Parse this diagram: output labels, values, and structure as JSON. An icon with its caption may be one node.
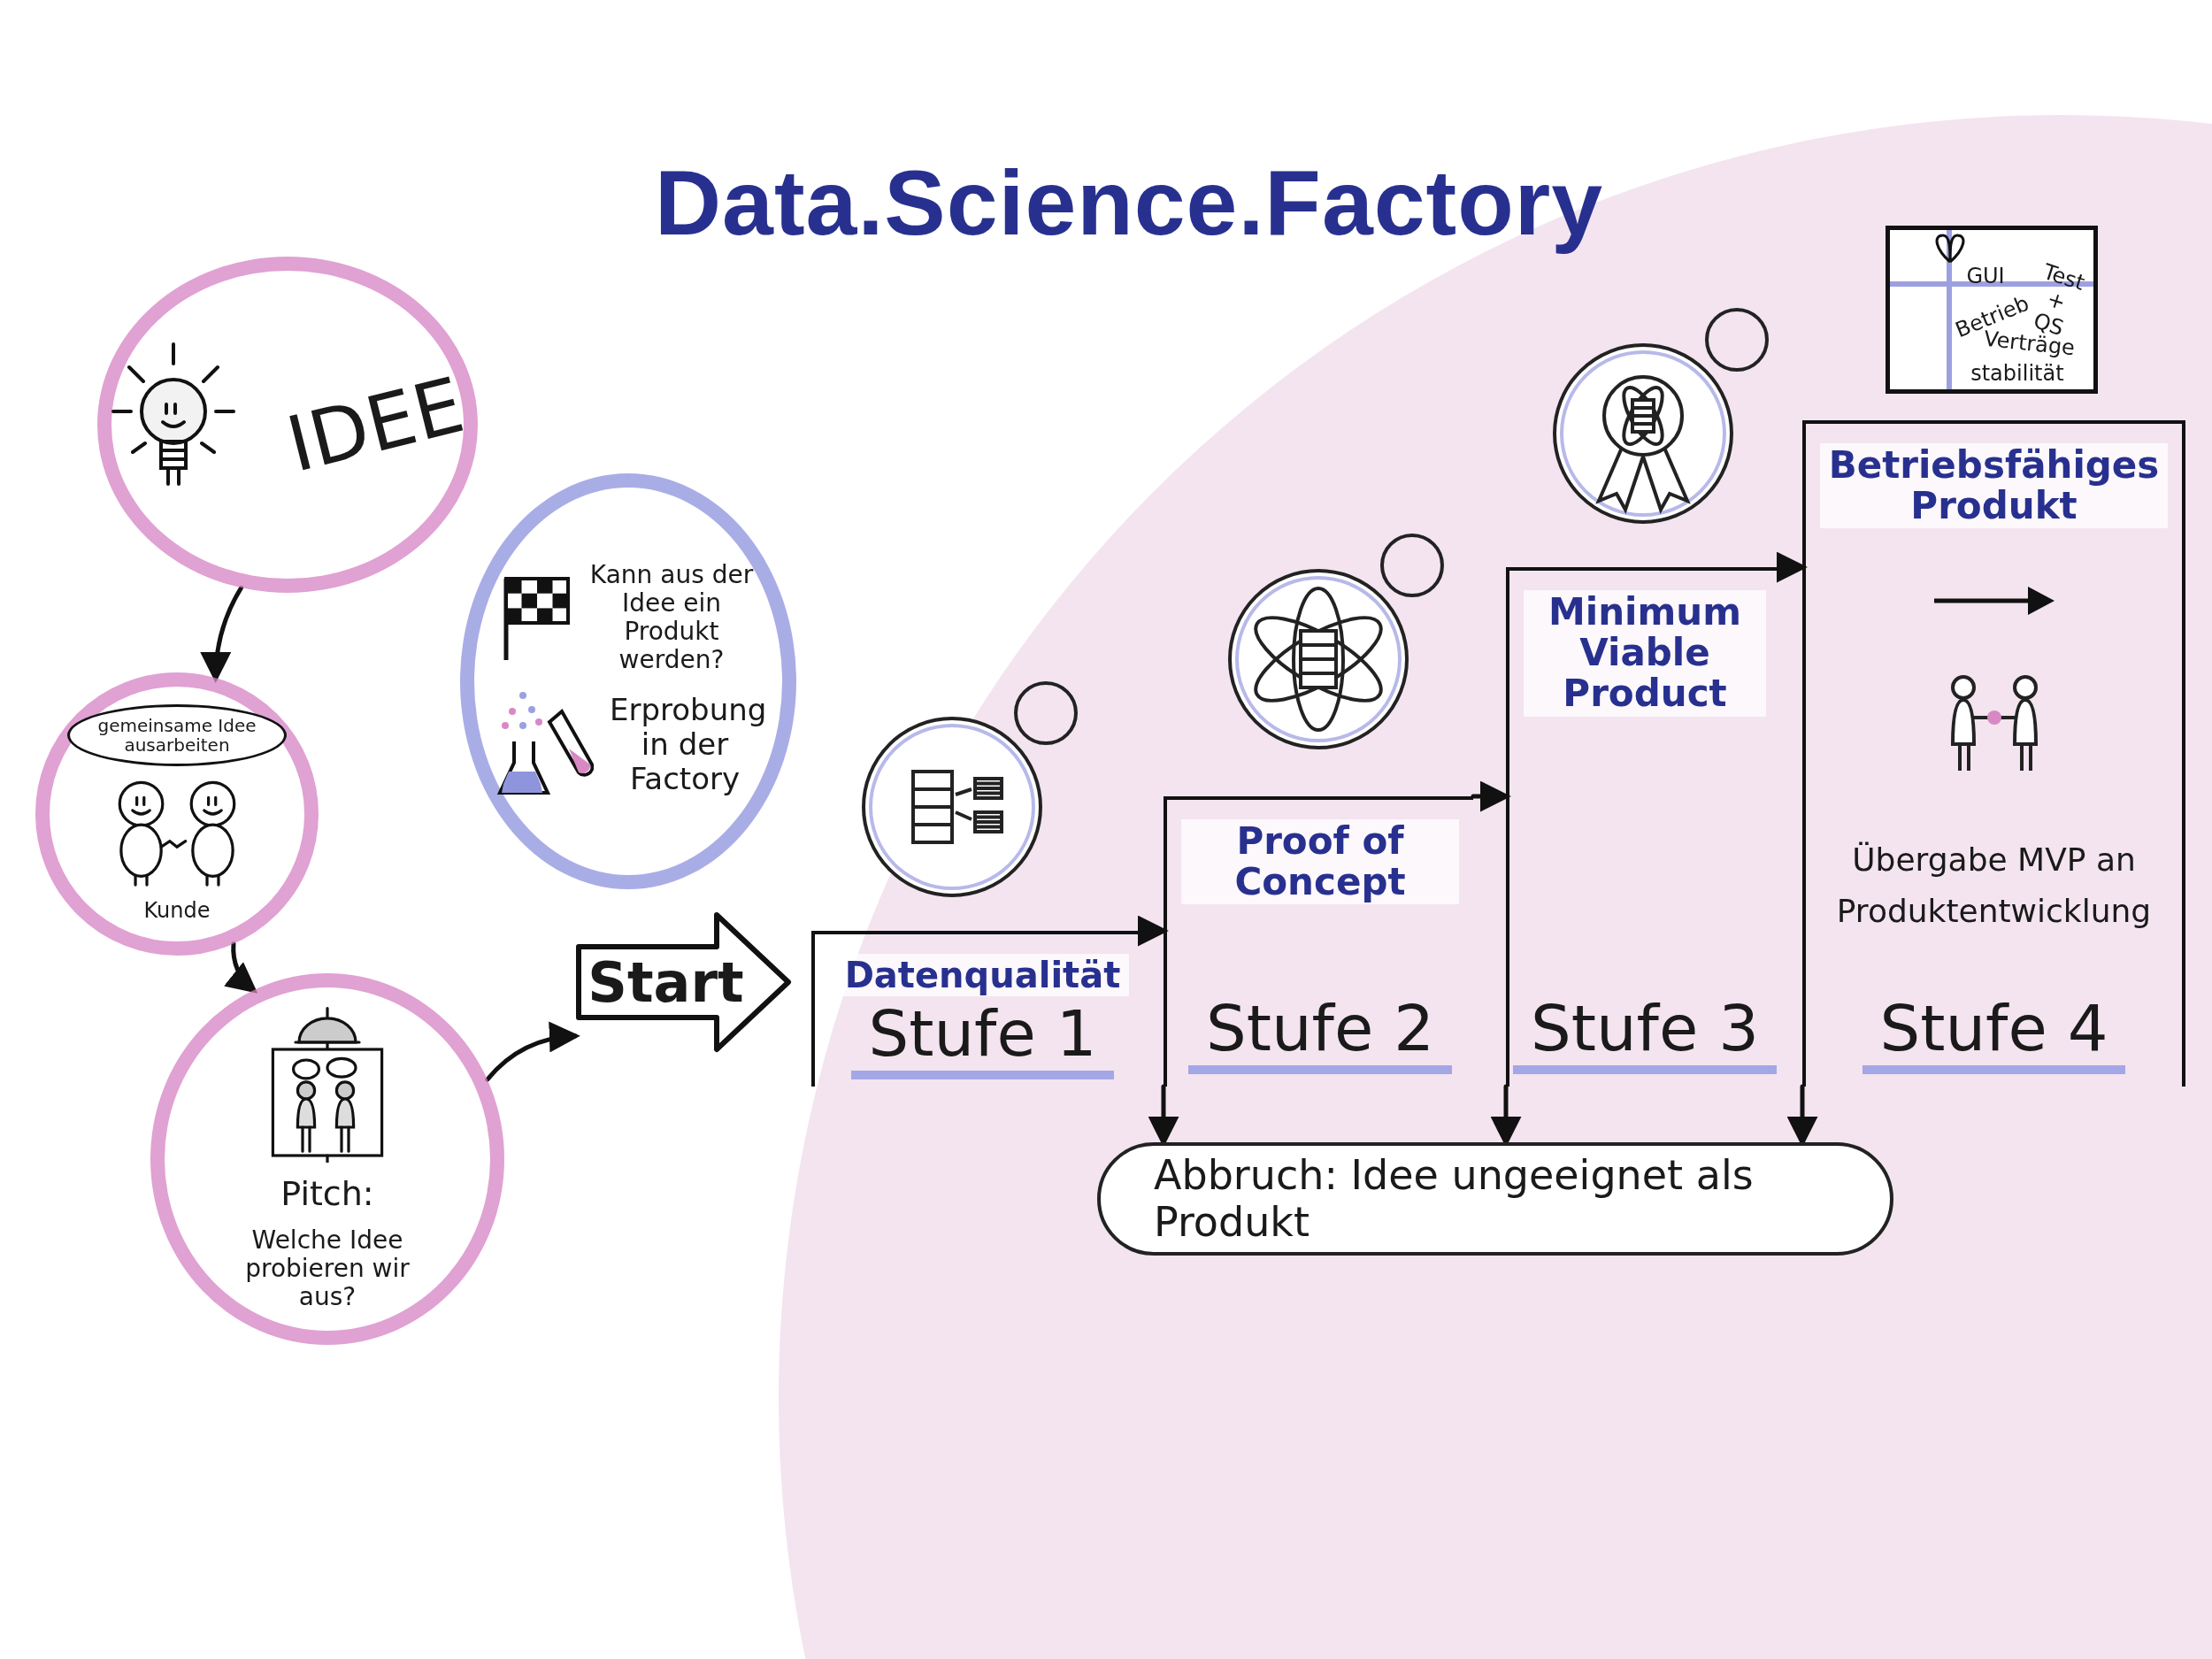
{
  "diagram": {
    "title": "Data.Science.Factory",
    "nodes": [
      {
        "text": [
          "IDEE"
        ]
      },
      {
        "text": [
          "gemeinsame Idee ausarbeiten",
          "Kunde"
        ]
      },
      {
        "text": [
          "Pitch:",
          "Welche Idee probieren wir aus?"
        ]
      },
      {
        "text": [
          "Kann aus der Idee ein Produkt werden?",
          "Erprobung in der Factory"
        ]
      },
      {
        "text": [
          "Start"
        ]
      },
      {
        "text": [
          "Datenqualität",
          "Stufe 1"
        ]
      },
      {
        "text": [
          "Proof of Concept",
          "Stufe 2"
        ]
      },
      {
        "text": [
          "Minimum Viable Product",
          "Stufe 3"
        ]
      },
      {
        "text": [
          "Betriebsfähiges Produkt",
          "Übergabe MVP an Produktentwicklung",
          "Stufe 4"
        ]
      },
      {
        "text": [
          "GUI",
          "Test + QS",
          "Betrieb",
          "Verträge",
          "stabilität"
        ]
      },
      {
        "text": [
          "Abbruch: Idee ungeeignet als Produkt"
        ]
      }
    ],
    "edges": [
      {
        "from": 0,
        "to": 1,
        "arrow": "to"
      },
      {
        "from": 1,
        "to": 2,
        "arrow": "to"
      },
      {
        "from": 2,
        "to": 4,
        "arrow": "to"
      },
      {
        "from": 5,
        "to": 6,
        "arrow": "to"
      },
      {
        "from": 6,
        "to": 7,
        "arrow": "to"
      },
      {
        "from": 7,
        "to": 8,
        "arrow": "to"
      },
      {
        "from": 6,
        "to": 10,
        "arrow": "to"
      },
      {
        "from": 7,
        "to": 10,
        "arrow": "to"
      },
      {
        "from": 8,
        "to": 10,
        "arrow": "to"
      }
    ]
  }
}
